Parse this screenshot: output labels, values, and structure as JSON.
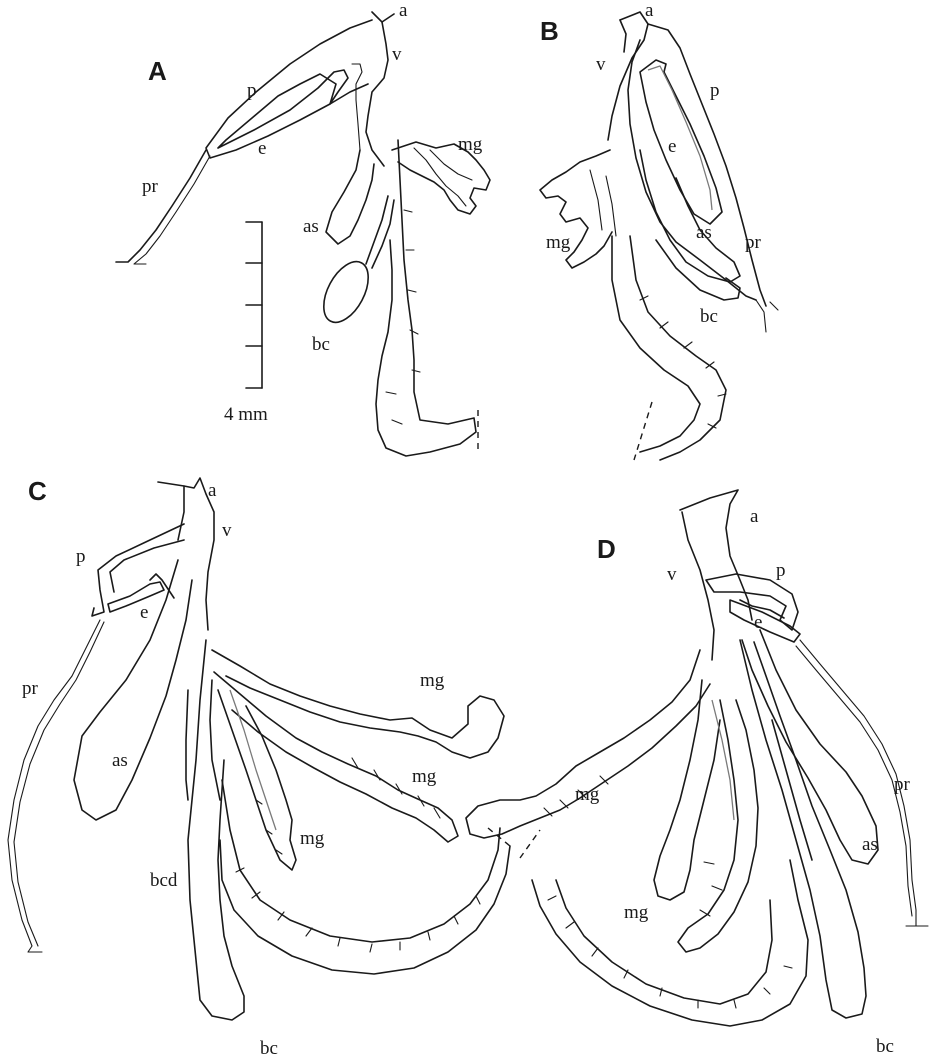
{
  "panels": [
    "A",
    "B",
    "C",
    "D"
  ],
  "labels": {
    "a": "a",
    "v": "v",
    "p": "p",
    "e": "e",
    "pr": "pr",
    "mg": "mg",
    "as": "as",
    "bc": "bc",
    "bcd": "bcd"
  },
  "scale_bar": {
    "label": "4 mm",
    "divisions": 4
  },
  "colors": {
    "line": "#1a1a1a",
    "secondary_line": "#7a7a7a",
    "background": "#ffffff"
  }
}
